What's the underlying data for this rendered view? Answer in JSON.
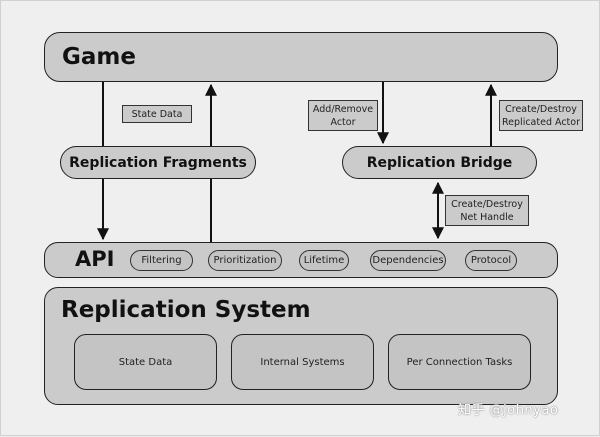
{
  "game": {
    "title": "Game"
  },
  "fragments": {
    "label": "Replication Fragments"
  },
  "bridge": {
    "label": "Replication Bridge"
  },
  "annotations": {
    "state_data": "State Data",
    "add_remove_actor": "Add/Remove Actor",
    "create_destroy_actor": "Create/Destroy Replicated Actor",
    "create_destroy_handle": "Create/Destroy Net Handle"
  },
  "api": {
    "title": "API",
    "chips": [
      "Filtering",
      "Prioritization",
      "Lifetime",
      "Dependencies",
      "Protocol"
    ]
  },
  "system": {
    "title": "Replication System",
    "boxes": [
      "State Data",
      "Internal Systems",
      "Per Connection Tasks"
    ]
  },
  "watermark": "知乎 @johnyao",
  "colors": {
    "background": "#efefef",
    "box_fill": "#cbcbcb",
    "stroke": "#222222"
  }
}
